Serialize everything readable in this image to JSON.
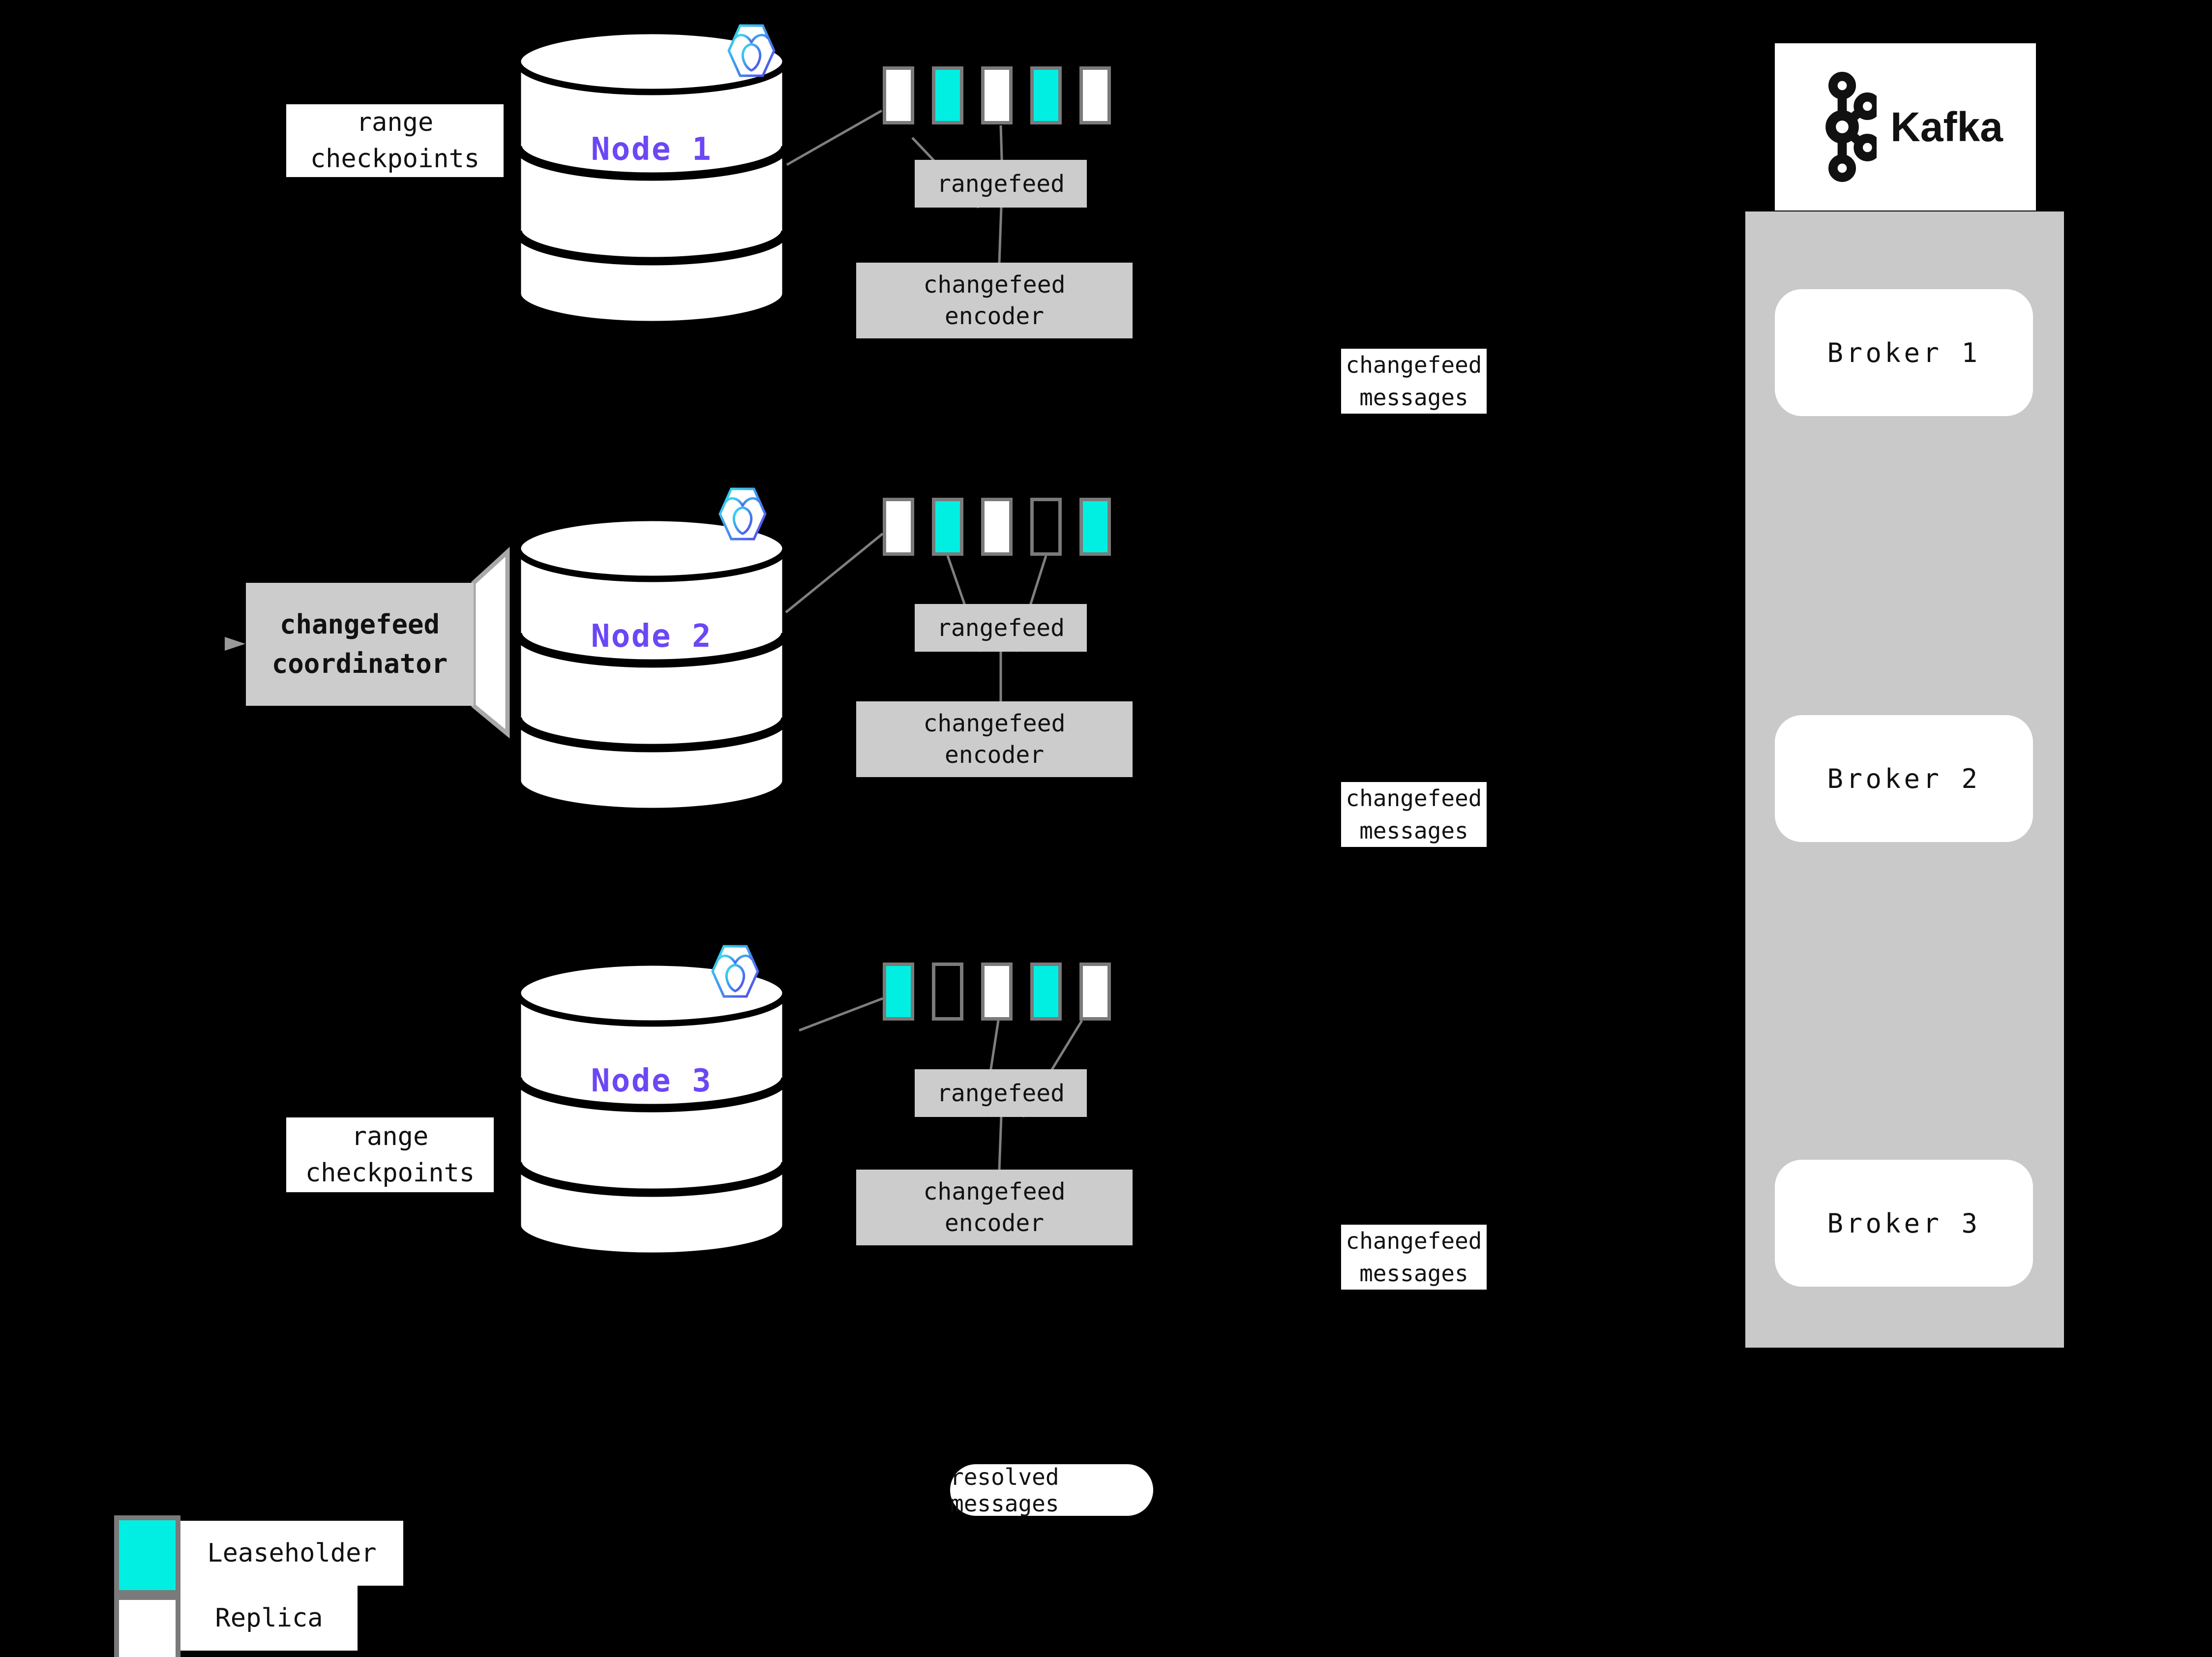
{
  "colors": {
    "background": "#000000",
    "leaseholder": "#00efe2",
    "replica": "#ffffff",
    "panel_gray": "#cccccc",
    "kafka_container": "#c9c9c9",
    "connector": "#7f7f7f",
    "node_text": "#6b47f5",
    "swatch_border": "#7a7a7a",
    "logo_gradient_start": "#35e2ee",
    "logo_gradient_end": "#5243ef"
  },
  "nodes": [
    {
      "name": "Node 1",
      "ranges": [
        "replica",
        "leaseholder",
        "replica",
        "leaseholder",
        "replica"
      ]
    },
    {
      "name": "Node 2",
      "ranges": [
        "replica",
        "leaseholder",
        "replica",
        "empty",
        "leaseholder"
      ]
    },
    {
      "name": "Node 3",
      "ranges": [
        "leaseholder",
        "empty",
        "replica",
        "leaseholder",
        "replica"
      ]
    }
  ],
  "labels": {
    "rangefeed": "rangefeed",
    "encoder_line1": "changefeed",
    "encoder_line2": "encoder",
    "messages_line1": "changefeed",
    "messages_line2": "messages",
    "checkpoints_line1": "range",
    "checkpoints_line2": "checkpoints",
    "coordinator_line1": "changefeed",
    "coordinator_line2": "coordinator",
    "resolved": "resolved messages"
  },
  "kafka": {
    "brand": "Kafka",
    "brokers": [
      "Broker 1",
      "Broker 2",
      "Broker 3"
    ]
  },
  "legend": [
    {
      "key": "leaseholder",
      "label": "Leaseholder"
    },
    {
      "key": "replica",
      "label": "Replica"
    }
  ],
  "icons": {
    "cockroachdb": "cockroachdb-icon",
    "kafka": "kafka-icon"
  }
}
